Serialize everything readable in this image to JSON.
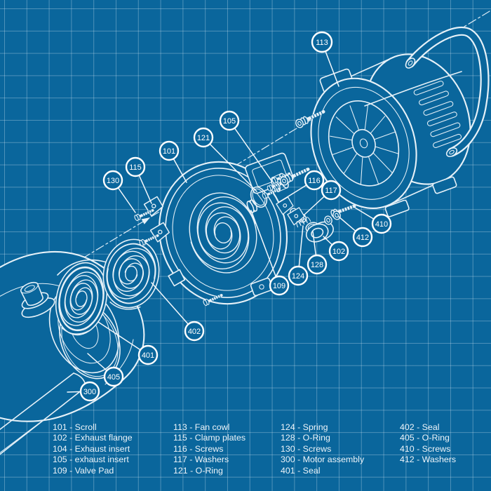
{
  "colors": {
    "background": "#0A669C",
    "grid_line": "#4886B0",
    "drawing_line": "#E6F1F8",
    "balloon_ring": "#FFFFFF",
    "legend_text": "#EDF4F9"
  },
  "balloons": [
    {
      "label": "113"
    },
    {
      "label": "105"
    },
    {
      "label": "121"
    },
    {
      "label": "101"
    },
    {
      "label": "115"
    },
    {
      "label": "130"
    },
    {
      "label": "116"
    },
    {
      "label": "117"
    },
    {
      "label": "410"
    },
    {
      "label": "412"
    },
    {
      "label": "102"
    },
    {
      "label": "128"
    },
    {
      "label": "124"
    },
    {
      "label": "109"
    },
    {
      "label": "402"
    },
    {
      "label": "401"
    },
    {
      "label": "405"
    },
    {
      "label": "300"
    }
  ],
  "legend": {
    "columns": [
      {
        "items": [
          "101 - Scroll",
          "102 - Exhaust flange",
          "104 - Exhaust insert",
          "105 - exhaust insert",
          "109 - Valve Pad"
        ]
      },
      {
        "items": [
          "113 - Fan cowl",
          "115 - Clamp plates",
          "116 - Screws",
          "117 - Washers",
          "121 - O-Ring"
        ]
      },
      {
        "items": [
          "124 - Spring",
          "128 - O-Ring",
          "130 - Screws",
          "300 - Motor assembly",
          "401 - Seal"
        ]
      },
      {
        "items": [
          "402 - Seal",
          "405 - O-Ring",
          "410 - Screws",
          "412 - Washers"
        ]
      }
    ]
  }
}
